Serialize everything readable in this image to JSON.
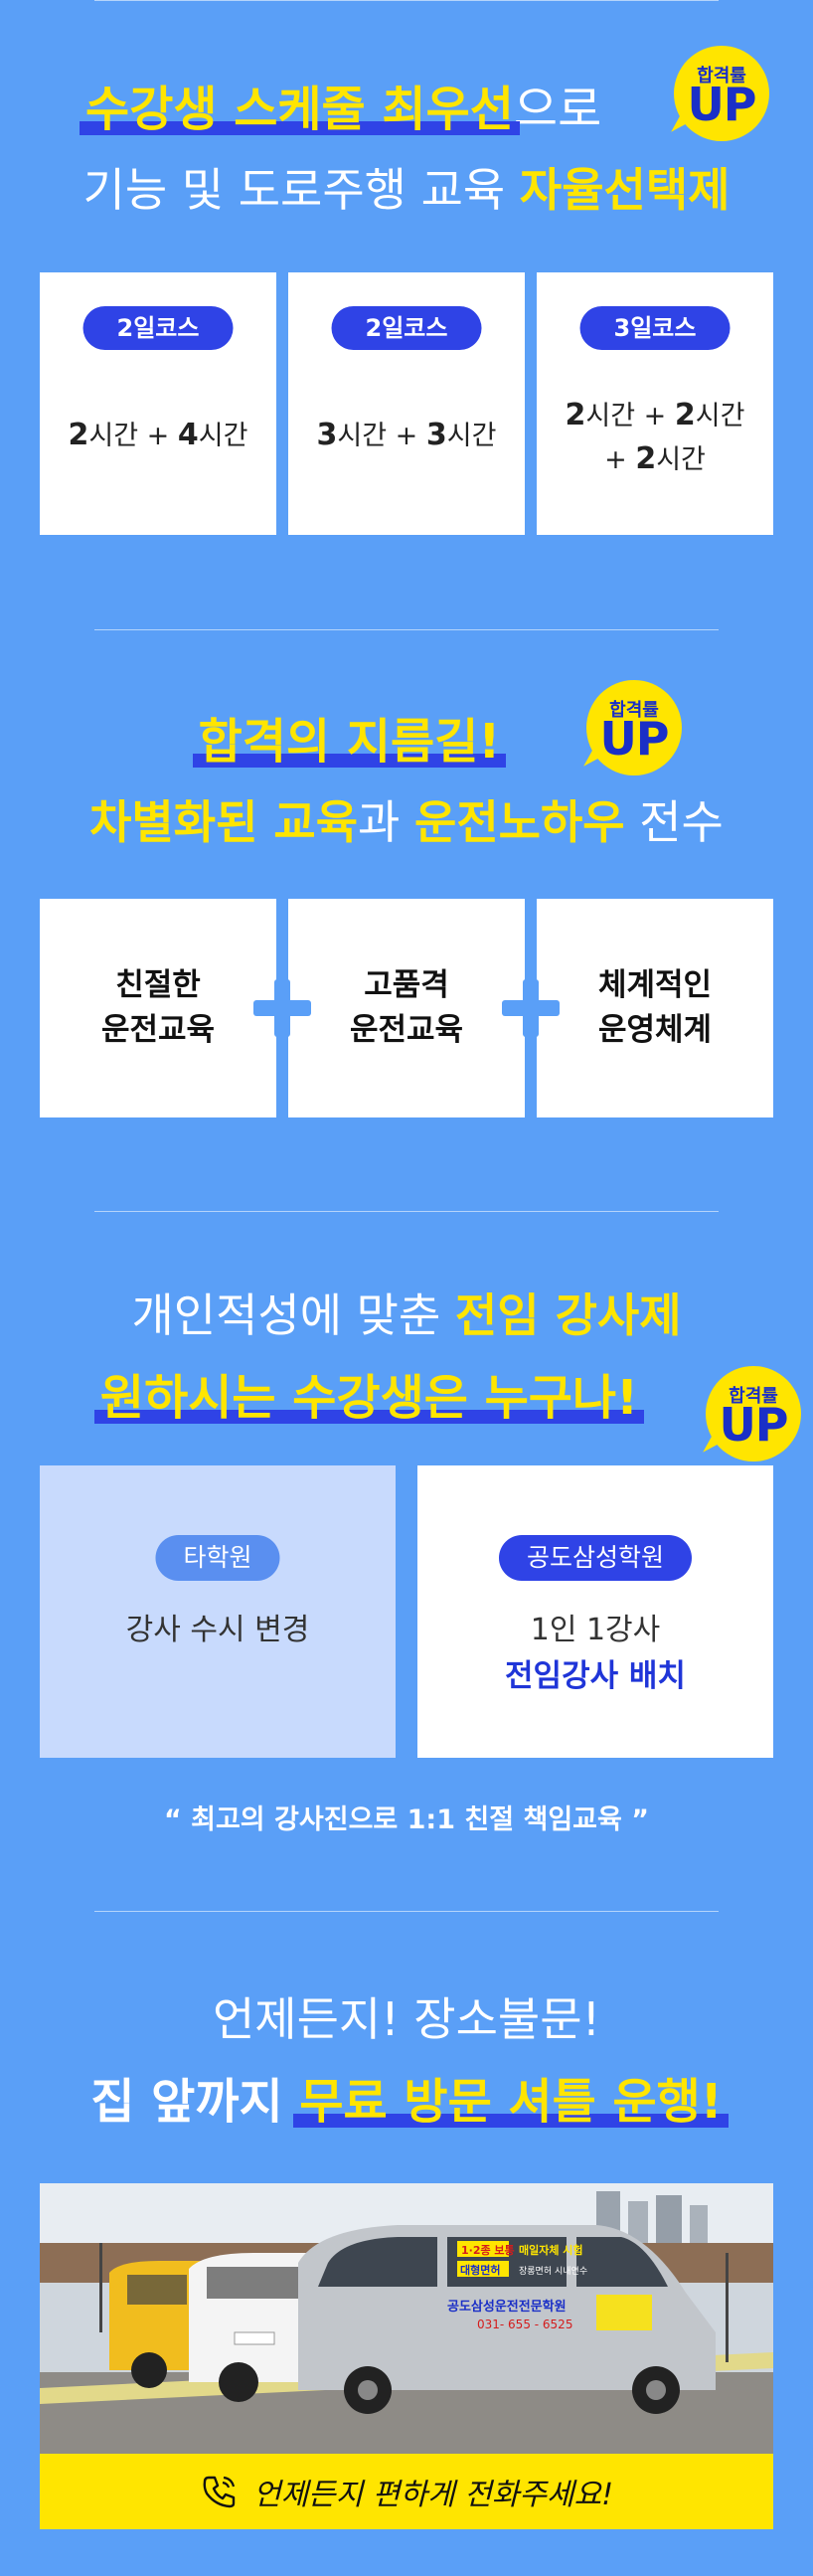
{
  "section1": {
    "line1_highlight": "수강생 스케줄 최우선",
    "line1_rest": "으로",
    "line2_rest": "기능 및 도로주행 교육 ",
    "line2_highlight": "자율선택제",
    "badge_small": "합격률",
    "badge_big": "UP",
    "courses": [
      {
        "pill": "2일코스",
        "text_a_num": "2",
        "text_a": "시간 + ",
        "text_b_num": "4",
        "text_b": "시간"
      },
      {
        "pill": "2일코스",
        "text_a_num": "3",
        "text_a": "시간 + ",
        "text_b_num": "3",
        "text_b": "시간"
      },
      {
        "pill": "3일코스",
        "line1_num_a": "2",
        "line1_a": "시간 + ",
        "line1_num_b": "2",
        "line1_b": "시간",
        "line2_prefix": "+ ",
        "line2_num": "2",
        "line2_suffix": "시간"
      }
    ]
  },
  "section2": {
    "line1": "합격의 지름길!",
    "line2_a": "차별화된 교육",
    "line2_b": "과 ",
    "line2_c": "운전노하우",
    "line2_d": " 전수",
    "badge_small": "합격률",
    "badge_big": "UP",
    "features": [
      {
        "line1": "친절한",
        "line2": "운전교육"
      },
      {
        "line1": "고품격",
        "line2": "운전교육"
      },
      {
        "line1": "체계적인",
        "line2": "운영체계"
      }
    ]
  },
  "section3": {
    "line1_a": "개인적성에 맞춘 ",
    "line1_b": "전임 강사제",
    "line2": "원하시는 수강생은 누구나!",
    "badge_small": "합격률",
    "badge_big": "UP",
    "left_pill": "타학원",
    "left_text": "강사 수시 변경",
    "right_pill": "공도삼성학원",
    "right_text1": "1인 1강사",
    "right_text2": "전임강사 배치",
    "quote": "“ 최고의 강사진으로 1:1 친절 책임교육 ”"
  },
  "section4": {
    "line1": "언제든지! 장소불문!",
    "line2_a": "집 앞까지 ",
    "line2_b": "무료 방문 셔틀 운행!",
    "van_sign1": "1·2종 보통",
    "van_sign2": "매일자체 시험",
    "van_sign3": "대형면허",
    "van_sign4": "장롱면허 시내연수",
    "van_school": "공도삼성운전전문학원",
    "van_phone": "031- 655 - 6525",
    "call_text": "언제든지 편하게 전화주세요!"
  },
  "colors": {
    "background": "#5a9ff7",
    "accent_yellow": "#ffe500",
    "accent_blue": "#2f43e6",
    "pale_card": "#c8dafd"
  }
}
